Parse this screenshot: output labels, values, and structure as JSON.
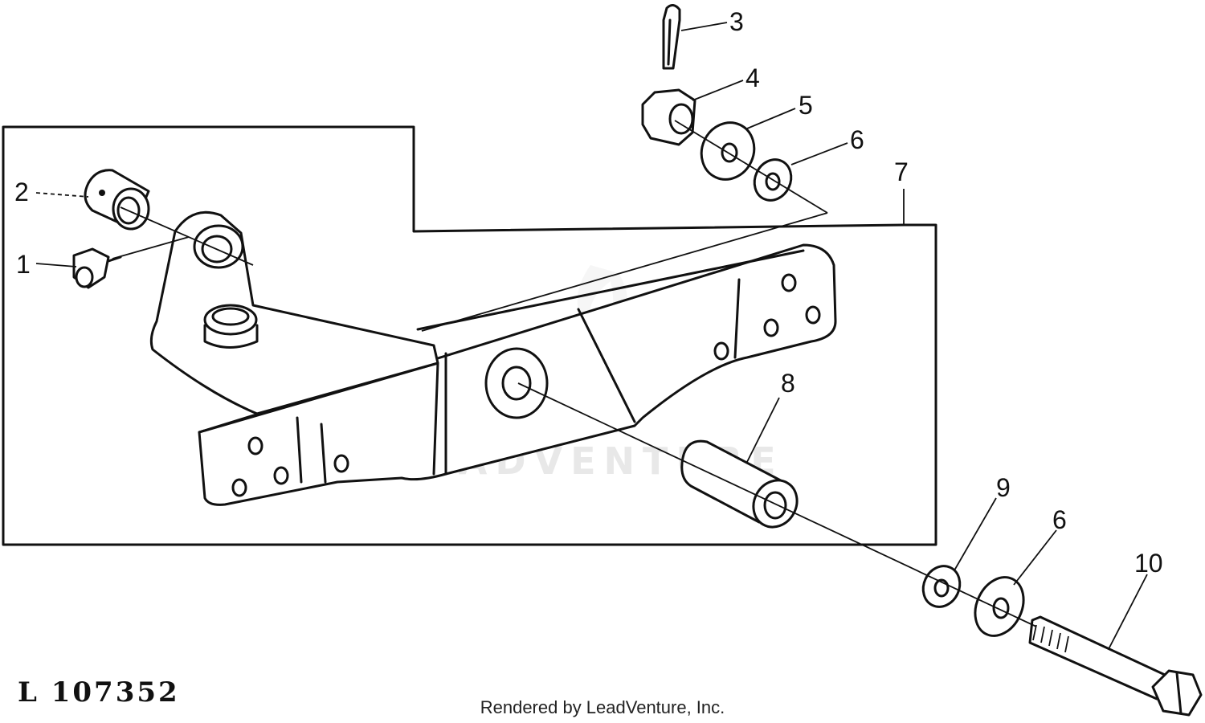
{
  "figure_id": "L 107352",
  "credit": "Rendered by LeadVenture, Inc.",
  "watermark": "LEADVENTURE",
  "callouts": [
    {
      "id": "callout-1",
      "text": "1"
    },
    {
      "id": "callout-2",
      "text": "2"
    },
    {
      "id": "callout-3",
      "text": "3"
    },
    {
      "id": "callout-4",
      "text": "4"
    },
    {
      "id": "callout-5",
      "text": "5"
    },
    {
      "id": "callout-6a",
      "text": "6"
    },
    {
      "id": "callout-7",
      "text": "7"
    },
    {
      "id": "callout-8",
      "text": "8"
    },
    {
      "id": "callout-9",
      "text": "9"
    },
    {
      "id": "callout-6b",
      "text": "6"
    },
    {
      "id": "callout-10",
      "text": "10"
    }
  ]
}
